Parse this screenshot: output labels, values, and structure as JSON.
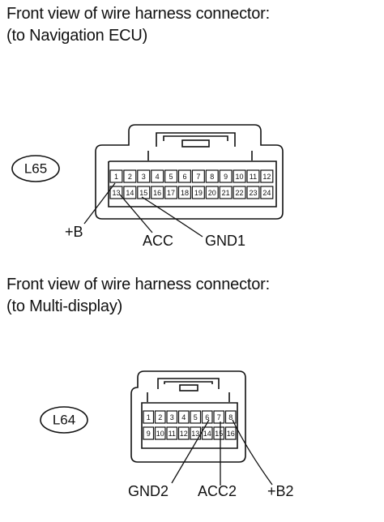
{
  "sections": [
    {
      "heading_line1": "Front view of wire harness connector:",
      "heading_line2": "(to Navigation ECU)",
      "code": "L65",
      "pins_top": [
        "1",
        "2",
        "3",
        "4",
        "5",
        "6",
        "7",
        "8",
        "9",
        "10",
        "11",
        "12"
      ],
      "pins_bottom": [
        "13",
        "14",
        "15",
        "16",
        "17",
        "18",
        "19",
        "20",
        "21",
        "22",
        "23",
        "24"
      ],
      "labels": [
        "+B",
        "ACC",
        "GND1"
      ]
    },
    {
      "heading_line1": "Front view of wire harness connector:",
      "heading_line2": "(to Multi-display)",
      "code": "L64",
      "pins_top": [
        "1",
        "2",
        "3",
        "4",
        "5",
        "6",
        "7",
        "8"
      ],
      "pins_bottom": [
        "9",
        "10",
        "11",
        "12",
        "13",
        "14",
        "15",
        "16"
      ],
      "labels": [
        "GND2",
        "ACC2",
        "+B2"
      ]
    }
  ]
}
